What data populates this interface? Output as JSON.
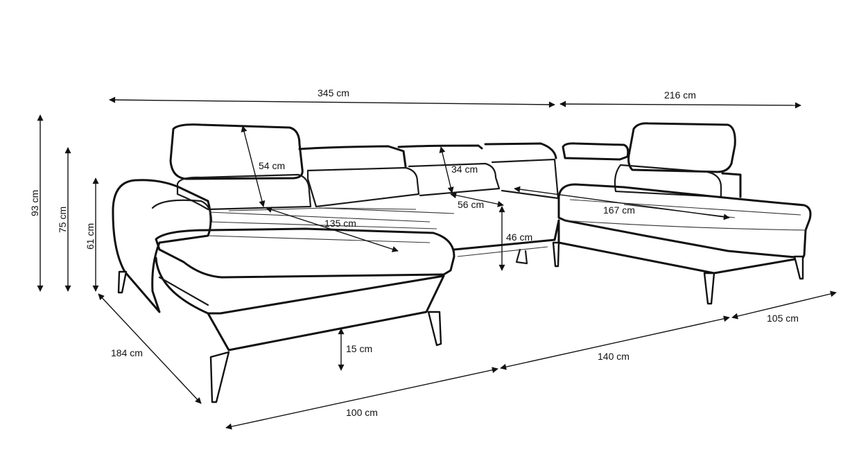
{
  "dimensions": {
    "total_width": "345 cm",
    "right_width": "216 cm",
    "total_height": "93 cm",
    "backrest_height": "75 cm",
    "armrest_height": "61 cm",
    "left_depth": "184 cm",
    "headrest_height": "54 cm",
    "headrest_depth": "34 cm",
    "seat_depth": "56 cm",
    "chaise_length": "135 cm",
    "right_chaise_length": "167 cm",
    "seat_height": "46 cm",
    "leg_height": "15 cm",
    "front_left": "100 cm",
    "front_middle": "140 cm",
    "front_right": "105 cm"
  }
}
